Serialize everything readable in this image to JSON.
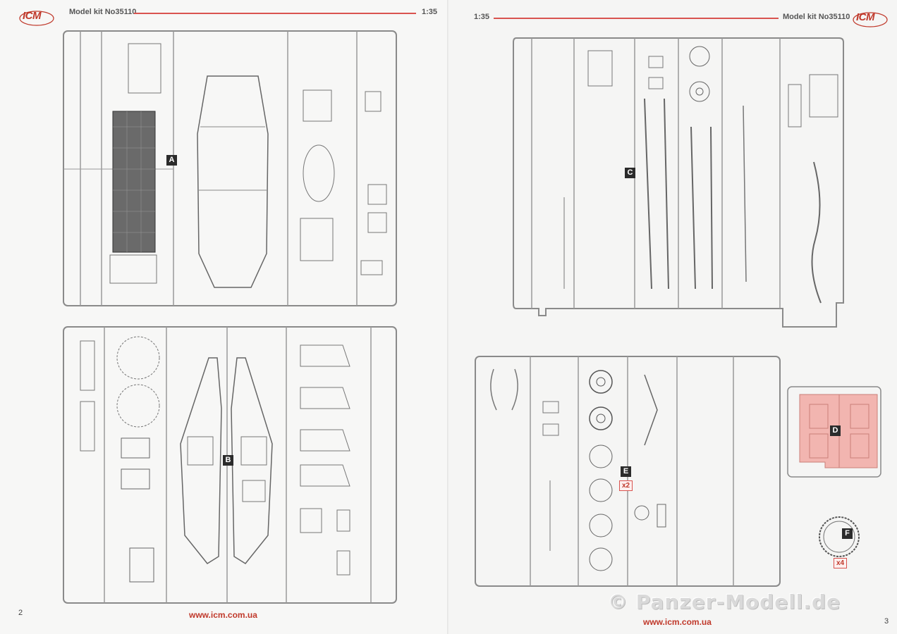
{
  "header": {
    "brand": "ICM",
    "model_kit": "Model kit No35110",
    "scale": "1:35"
  },
  "pages": {
    "left": {
      "number": "2"
    },
    "right": {
      "number": "3"
    }
  },
  "footer": {
    "url": "www.icm.com.ua"
  },
  "sprues": {
    "A": {
      "letter": "A"
    },
    "B": {
      "letter": "B"
    },
    "C": {
      "letter": "C"
    },
    "D": {
      "letter": "D"
    },
    "E": {
      "letter": "E",
      "quantity": "x2"
    },
    "F": {
      "letter": "F",
      "quantity": "x4"
    }
  },
  "watermark": {
    "text": "© Panzer-Modell.de"
  },
  "colors": {
    "accent": "#c0392b",
    "sprue_line": "#8a8a8a",
    "clear_parts": "#f2b5b0"
  }
}
